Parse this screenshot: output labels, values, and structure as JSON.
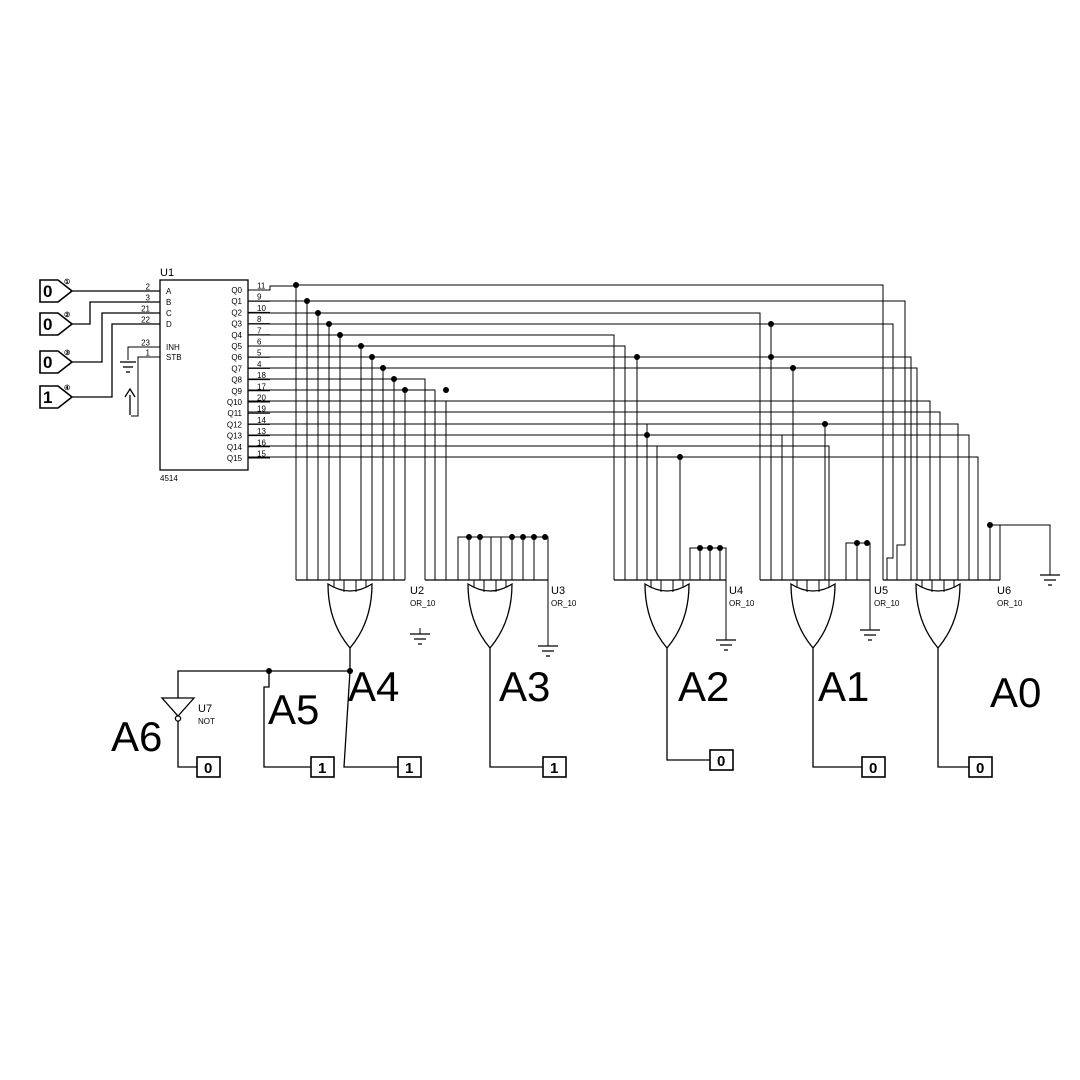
{
  "decoder": {
    "ref": "U1",
    "part": "4514",
    "input_pins": [
      {
        "name": "A",
        "num": "2"
      },
      {
        "name": "B",
        "num": "3"
      },
      {
        "name": "C",
        "num": "21"
      },
      {
        "name": "D",
        "num": "22"
      },
      {
        "name": "INH",
        "num": "23"
      },
      {
        "name": "STB",
        "num": "1"
      }
    ],
    "outputs": [
      {
        "name": "Q0",
        "num": "11"
      },
      {
        "name": "Q1",
        "num": "9"
      },
      {
        "name": "Q2",
        "num": "10"
      },
      {
        "name": "Q3",
        "num": "8"
      },
      {
        "name": "Q4",
        "num": "7"
      },
      {
        "name": "Q5",
        "num": "6"
      },
      {
        "name": "Q6",
        "num": "5"
      },
      {
        "name": "Q7",
        "num": "4"
      },
      {
        "name": "Q8",
        "num": "18"
      },
      {
        "name": "Q9",
        "num": "17"
      },
      {
        "name": "Q10",
        "num": "20"
      },
      {
        "name": "Q11",
        "num": "19"
      },
      {
        "name": "Q12",
        "num": "14"
      },
      {
        "name": "Q13",
        "num": "13"
      },
      {
        "name": "Q14",
        "num": "16"
      },
      {
        "name": "Q15",
        "num": "15"
      }
    ]
  },
  "inputs": [
    {
      "value": "0",
      "badge": "①"
    },
    {
      "value": "0",
      "badge": "②"
    },
    {
      "value": "0",
      "badge": "③"
    },
    {
      "value": "1",
      "badge": "④"
    }
  ],
  "gates": [
    {
      "ref": "U2",
      "type": "OR_10"
    },
    {
      "ref": "U3",
      "type": "OR_10"
    },
    {
      "ref": "U4",
      "type": "OR_10"
    },
    {
      "ref": "U5",
      "type": "OR_10"
    },
    {
      "ref": "U6",
      "type": "OR_10"
    }
  ],
  "inverter": {
    "ref": "U7",
    "type": "NOT"
  },
  "signal_labels": [
    "A6",
    "A5",
    "A4",
    "A3",
    "A2",
    "A1",
    "A0"
  ],
  "probes": [
    {
      "signal": "A6",
      "value": "0"
    },
    {
      "signal": "A5",
      "value": "1"
    },
    {
      "signal": "A4",
      "value": "1"
    },
    {
      "signal": "A3",
      "value": "1"
    },
    {
      "signal": "A2",
      "value": "0"
    },
    {
      "signal": "A1",
      "value": "0"
    },
    {
      "signal": "A0",
      "value": "0"
    }
  ]
}
